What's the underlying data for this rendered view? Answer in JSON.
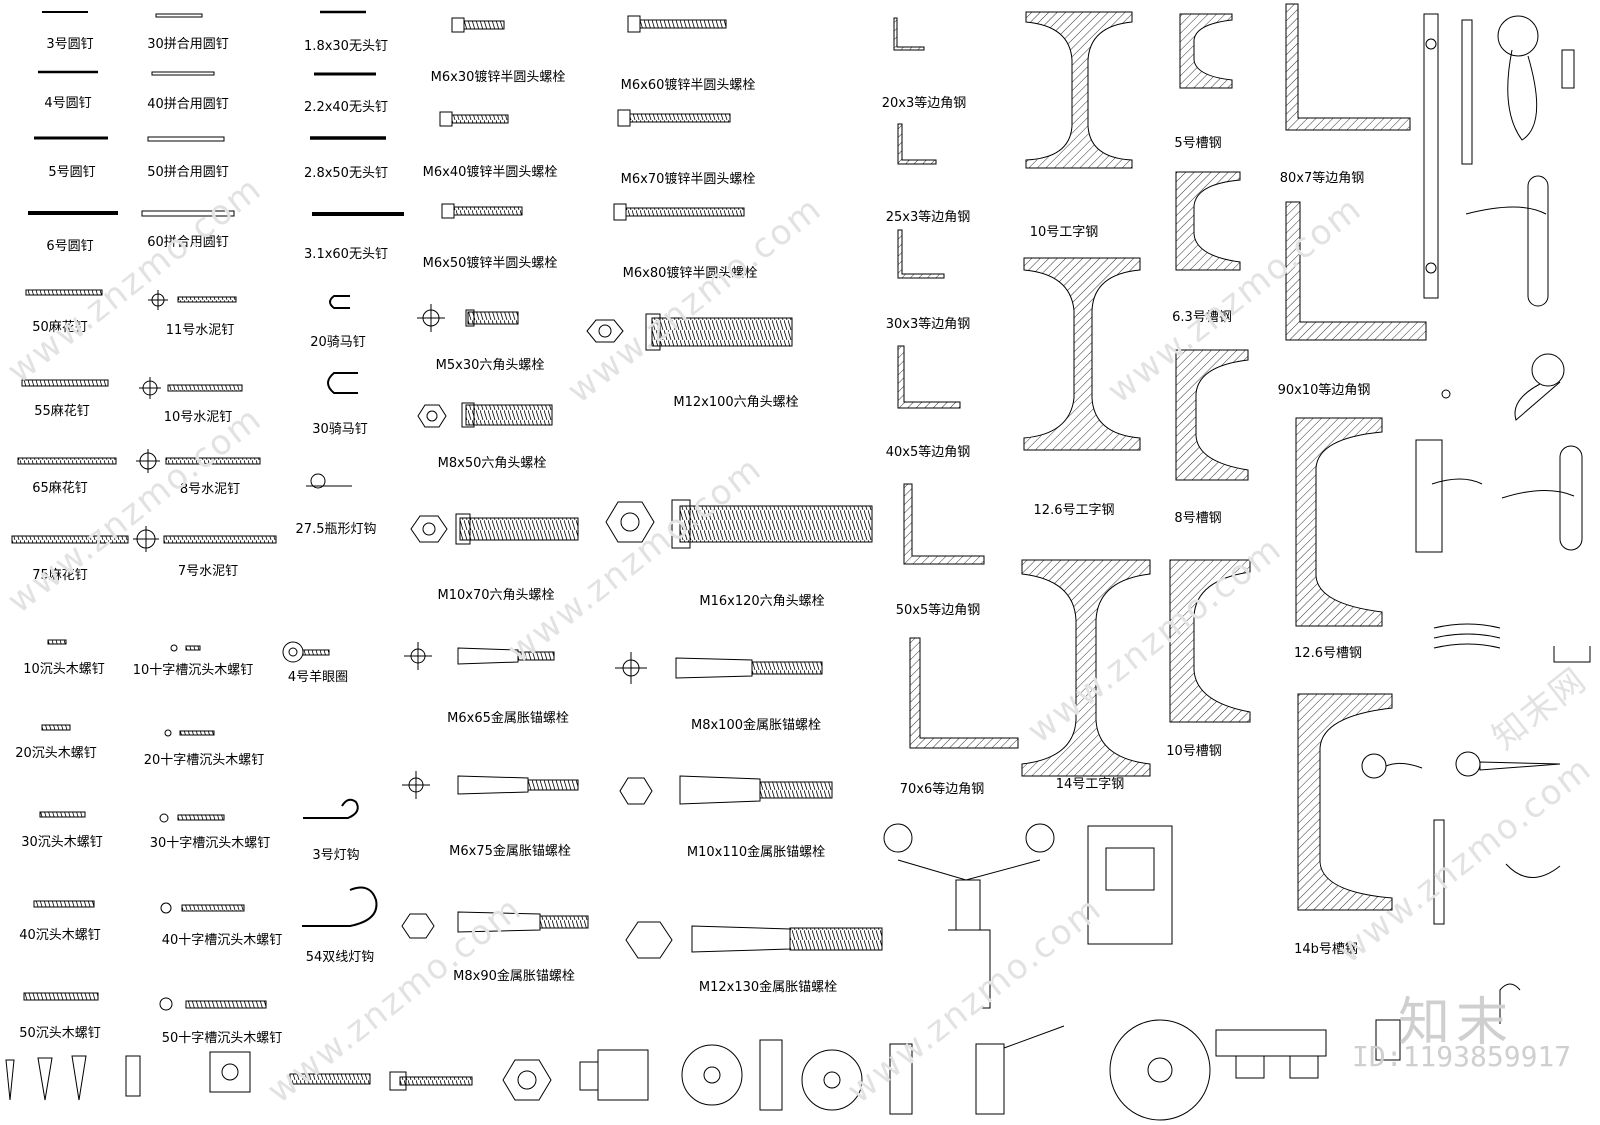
{
  "labels": {
    "nail3": "3号圆钉",
    "nail30p": "30拼合用圆钉",
    "hl1830": "1.8x30无头钉",
    "nail4": "4号圆钉",
    "nail40p": "40拼合用圆钉",
    "hl2240": "2.2x40无头钉",
    "nail5": "5号圆钉",
    "nail50p": "50拼合用圆钉",
    "hl2850": "2.8x50无头钉",
    "nail6": "6号圆钉",
    "nail60p": "60拼合用圆钉",
    "hl3160": "3.1x60无头钉",
    "tw50": "50麻花钉",
    "cn11": "11号水泥钉",
    "st20": "20骑马钉",
    "tw55": "55麻花钉",
    "cn10": "10号水泥钉",
    "st30": "30骑马钉",
    "tw65": "65麻花钉",
    "cn8": "8号水泥钉",
    "hook275": "27.5瓶形灯钩",
    "tw75": "75麻花钉",
    "cn7": "7号水泥钉",
    "ws10": "10沉头木螺钉",
    "pws10": "10十字槽沉头木螺钉",
    "eye4": "4号羊眼圈",
    "ws20": "20沉头木螺钉",
    "pws20": "20十字槽沉头木螺钉",
    "ws30": "30沉头木螺钉",
    "pws30": "30十字槽沉头木螺钉",
    "hook3": "3号灯钩",
    "ws40": "40沉头木螺钉",
    "pws40": "40十字槽沉头木螺钉",
    "hook54": "54双线灯钩",
    "ws50": "50沉头木螺钉",
    "pws50": "50十字槽沉头木螺钉",
    "b630": "M6x30镀锌半圆头螺栓",
    "b660": "M6x60镀锌半圆头螺栓",
    "b640": "M6x40镀锌半圆头螺栓",
    "b670": "M6x70镀锌半圆头螺栓",
    "b650": "M6x50镀锌半圆头螺栓",
    "b680": "M6x80镀锌半圆头螺栓",
    "h530": "M5x30六角头螺栓",
    "h12100": "M12x100六角头螺栓",
    "h850": "M8x50六角头螺栓",
    "h1070": "M10x70六角头螺栓",
    "h16120": "M16x120六角头螺栓",
    "a665": "M6x65金属胀锚螺栓",
    "a8100": "M8x100金属胀锚螺栓",
    "a675": "M6x75金属胀锚螺栓",
    "a10110": "M10x110金属胀锚螺栓",
    "a890": "M8x90金属胀锚螺栓",
    "a12130": "M12x130金属胀锚螺栓",
    "ang203": "20x3等边角钢",
    "ang253": "25x3等边角钢",
    "ang303": "30x3等边角钢",
    "ang405": "40x5等边角钢",
    "ang505": "50x5等边角钢",
    "ang706": "70x6等边角钢",
    "ib10": "10号工字钢",
    "ib126": "12.6号工字钢",
    "ib14": "14号工字钢",
    "ch5": "5号槽钢",
    "ch63": "6.3号槽钢",
    "ch8": "8号槽钢",
    "ch10": "10号槽钢",
    "ang807": "80x7等边角钢",
    "ang9010": "90x10等边角钢",
    "ch126": "12.6号槽钢",
    "ch14b": "14b号槽钢"
  },
  "watermark": {
    "site": "www.znzmo.com",
    "brand": "知末网",
    "logo": "知末",
    "id": "ID:1193859917"
  }
}
